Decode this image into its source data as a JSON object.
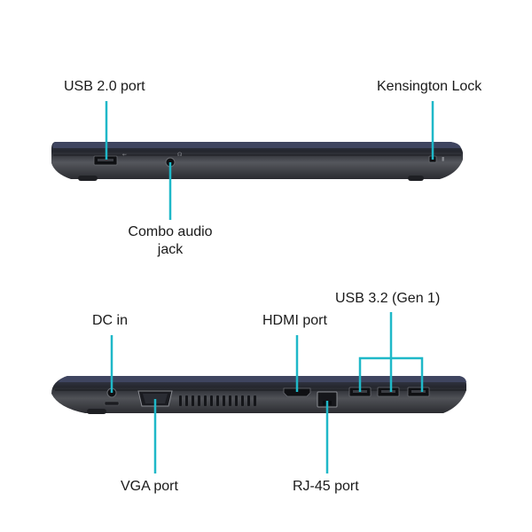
{
  "colors": {
    "leader": "#1fb8c8",
    "chassis_dark": "#2b2d33",
    "chassis_mid": "#4a4c52",
    "chassis_light": "#6b6d73",
    "port": "#111216",
    "background": "#ffffff"
  },
  "top_view": {
    "labels": {
      "usb2": "USB 2.0 port",
      "kensington": "Kensington Lock",
      "audio_line1": "Combo audio",
      "audio_line2": "jack"
    }
  },
  "bottom_view": {
    "labels": {
      "dc_in": "DC in",
      "hdmi": "HDMI port",
      "usb32": "USB 3.2 (Gen 1)",
      "vga": "VGA port",
      "rj45": "RJ-45 port"
    }
  }
}
